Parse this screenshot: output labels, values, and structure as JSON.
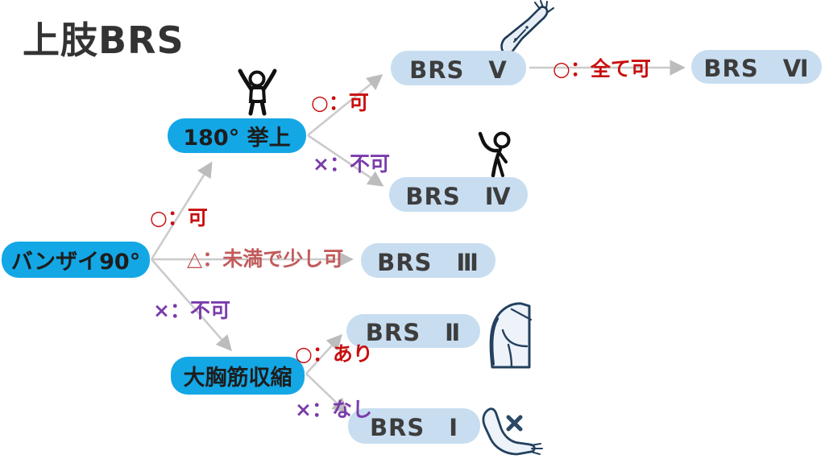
{
  "title": "上肢BRS",
  "colors": {
    "decision_node_bg": "#14a7e5",
    "result_node_bg": "#c8ddf0",
    "ok_label": "#c80f0f",
    "partial_label": "#c25b5b",
    "ng_label": "#7a3cab",
    "connector_line": "#c9c9c9",
    "title_text": "#333333"
  },
  "nodes": {
    "banzai": {
      "label": "バンザイ90°"
    },
    "kyojo180": {
      "label": "180° 挙上"
    },
    "daikyokin": {
      "label": "大胸筋収縮"
    },
    "brs5": {
      "label": "BRS　Ⅴ"
    },
    "brs6": {
      "label": "BRS　Ⅵ"
    },
    "brs4": {
      "label": "BRS　Ⅳ"
    },
    "brs3": {
      "label": "BRS　Ⅲ"
    },
    "brs2": {
      "label": "BRS　Ⅱ"
    },
    "brs1": {
      "label": "BRS　Ⅰ"
    }
  },
  "edge_labels": {
    "kyojo_ok": "○：可",
    "kyojo_ng": "×：不可",
    "all_ok": "○：全て可",
    "banzai_ok": "○：可",
    "banzai_partial": "△：未満で少し可",
    "banzai_ng": "×：不可",
    "contraction_yes": "○：あり",
    "contraction_no": "×：なし"
  },
  "icons": {
    "banzai_person": "both-arms-raised-person-icon",
    "raised_arm": "raised-arm-anatomy-icon",
    "waving_person": "one-arm-raised-person-icon",
    "shoulder_back": "shoulder-back-icon",
    "flaccid_arm": "flaccid-arm-with-x-icon"
  }
}
